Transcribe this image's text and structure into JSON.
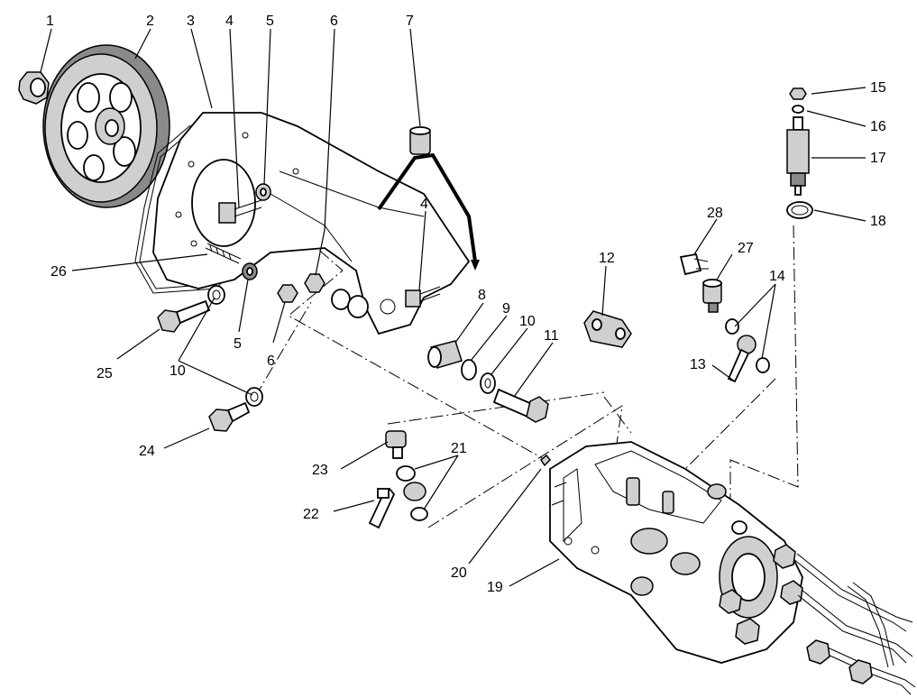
{
  "callouts": [
    {
      "id": "c1",
      "label": "1"
    },
    {
      "id": "c2",
      "label": "2"
    },
    {
      "id": "c3",
      "label": "3"
    },
    {
      "id": "c4a",
      "label": "4"
    },
    {
      "id": "c5a",
      "label": "5"
    },
    {
      "id": "c6a",
      "label": "6"
    },
    {
      "id": "c7",
      "label": "7"
    },
    {
      "id": "c4b",
      "label": "4"
    },
    {
      "id": "c8",
      "label": "8"
    },
    {
      "id": "c9",
      "label": "9"
    },
    {
      "id": "c10a",
      "label": "10"
    },
    {
      "id": "c11",
      "label": "11"
    },
    {
      "id": "c12",
      "label": "12"
    },
    {
      "id": "c13",
      "label": "13"
    },
    {
      "id": "c14",
      "label": "14"
    },
    {
      "id": "c15",
      "label": "15"
    },
    {
      "id": "c16",
      "label": "16"
    },
    {
      "id": "c17",
      "label": "17"
    },
    {
      "id": "c18",
      "label": "18"
    },
    {
      "id": "c19",
      "label": "19"
    },
    {
      "id": "c20",
      "label": "20"
    },
    {
      "id": "c21",
      "label": "21"
    },
    {
      "id": "c22",
      "label": "22"
    },
    {
      "id": "c23",
      "label": "23"
    },
    {
      "id": "c24",
      "label": "24"
    },
    {
      "id": "c25",
      "label": "25"
    },
    {
      "id": "c26",
      "label": "26"
    },
    {
      "id": "c27",
      "label": "27"
    },
    {
      "id": "c28",
      "label": "28"
    },
    {
      "id": "c5b",
      "label": "5"
    },
    {
      "id": "c6b",
      "label": "6"
    },
    {
      "id": "c10b",
      "label": "10"
    }
  ]
}
